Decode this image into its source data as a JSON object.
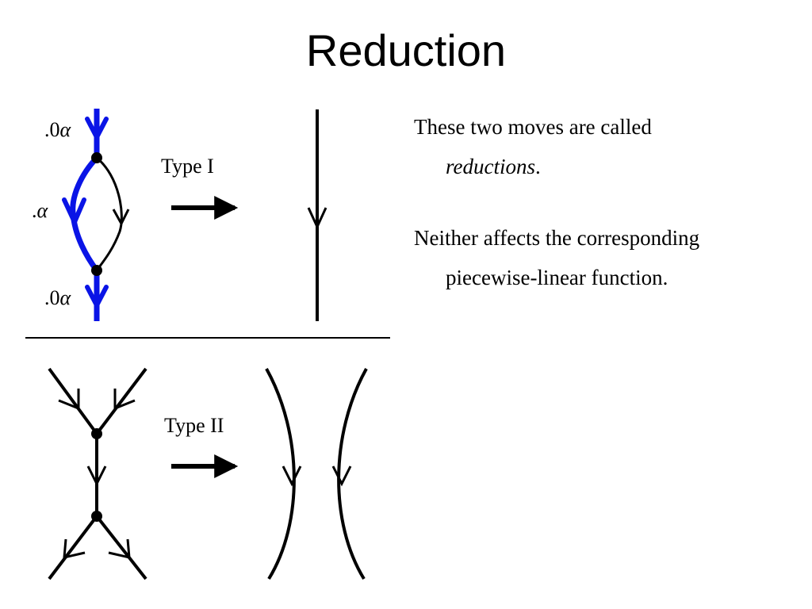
{
  "title": "Reduction",
  "colors": {
    "highlight": "#0a14e6",
    "ink": "#000000"
  },
  "diagram": {
    "type1": {
      "move_label": "Type I",
      "labels": {
        "top": ".0",
        "mid": ".",
        "bottom": ".0",
        "symbol": "α"
      }
    },
    "type2": {
      "move_label": "Type II"
    }
  },
  "text": {
    "p1_line1": "These two moves are called",
    "p1_em": "reductions",
    "p1_tail": ".",
    "p2_line1": "Neither affects the corresponding",
    "p2_line2": "piecewise-linear function."
  }
}
